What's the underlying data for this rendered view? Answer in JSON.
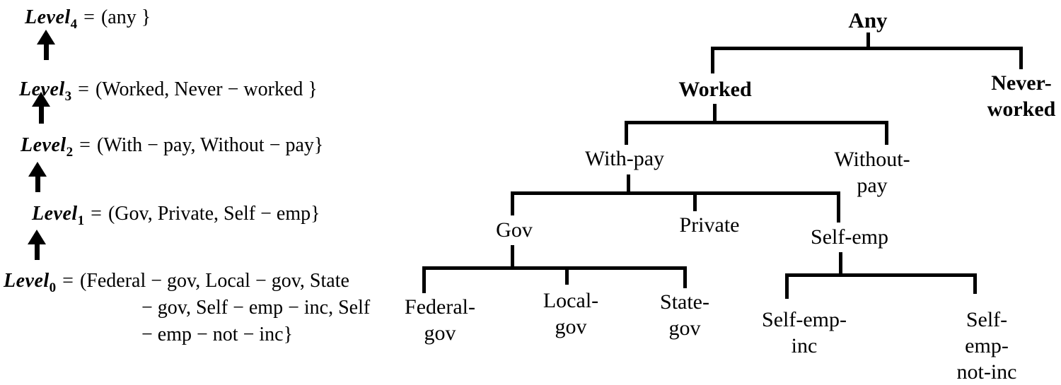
{
  "colors": {
    "text": "#000000",
    "background": "#ffffff"
  },
  "levels": [
    {
      "prefix": "Level",
      "sub": "4",
      "eq": "=",
      "set": "(any }"
    },
    {
      "prefix": "Level",
      "sub": "3",
      "eq": "=",
      "set": "(Worked, Never − worked }"
    },
    {
      "prefix": "Level",
      "sub": "2",
      "eq": "=",
      "set": "(With − pay, Without − pay}"
    },
    {
      "prefix": "Level",
      "sub": "1",
      "eq": "=",
      "set": "(Gov, Private, Self − emp}"
    },
    {
      "prefix": "Level",
      "sub": "0",
      "eq": "=",
      "set": "(Federal − gov, Local − gov, State",
      "set_line2": "− gov, Self − emp − inc, Self",
      "set_line3": "− emp − not − inc}"
    }
  ],
  "tree": {
    "nodes": {
      "any": "Any",
      "worked": "Worked",
      "never_worked": "Never-\nworked",
      "with_pay": "With-pay",
      "without_pay": "Without-\npay",
      "gov": "Gov",
      "private": "Private",
      "self_emp": "Self-emp",
      "federal_gov": "Federal-\ngov",
      "local_gov": "Local-\ngov",
      "state_gov": "State-\ngov",
      "self_emp_inc": "Self-emp-\ninc",
      "self_emp_not_inc": "Self-emp-\nnot-inc"
    },
    "edges": [
      [
        "Any",
        "Worked"
      ],
      [
        "Any",
        "Never-worked"
      ],
      [
        "Worked",
        "With-pay"
      ],
      [
        "Worked",
        "Without-pay"
      ],
      [
        "With-pay",
        "Gov"
      ],
      [
        "With-pay",
        "Private"
      ],
      [
        "With-pay",
        "Self-emp"
      ],
      [
        "Gov",
        "Federal-gov"
      ],
      [
        "Gov",
        "Local-gov"
      ],
      [
        "Gov",
        "State-gov"
      ],
      [
        "Self-emp",
        "Self-emp-inc"
      ],
      [
        "Self-emp",
        "Self-emp-not-inc"
      ]
    ]
  }
}
